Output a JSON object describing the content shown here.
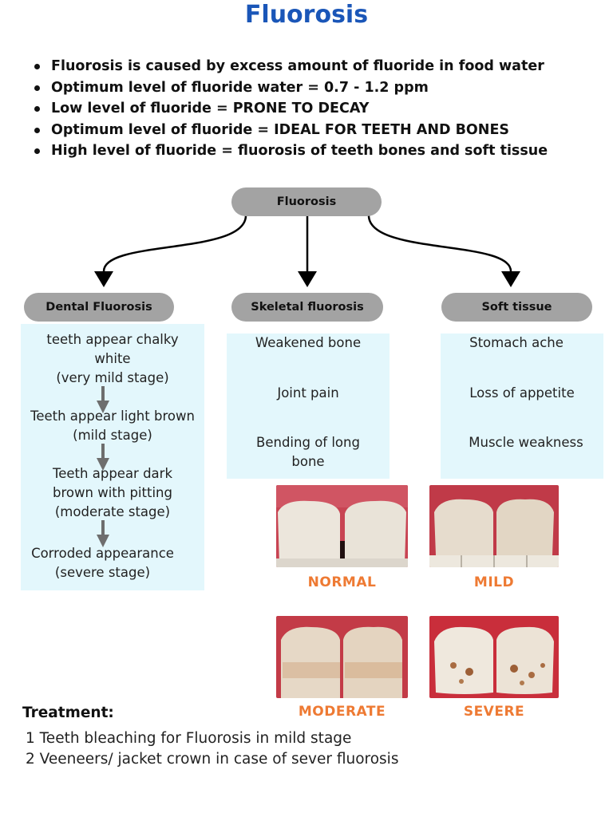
{
  "title": "Fluorosis",
  "bullets": [
    "Fluorosis is caused by excess amount of fluoride  in food water",
    "Optimum level of fluoride water = 0.7 - 1.2 ppm",
    "Low level of fluoride = PRONE TO DECAY",
    "Optimum level of fluoride = IDEAL FOR TEETH AND BONES",
    "High level of fluoride = fluorosis of teeth bones and soft tissue"
  ],
  "diagram": {
    "root": "Fluorosis",
    "branches": [
      {
        "label": "Dental Fluorosis",
        "items": [
          "teeth appear chalky white",
          "(very mild stage)",
          "Teeth appear light brown",
          "(mild stage)",
          "Teeth appear dark brown with pitting",
          "(moderate stage)",
          "Corroded appearance",
          "(severe stage)"
        ]
      },
      {
        "label": "Skeletal fluorosis",
        "items": [
          "Weakened bone",
          "Joint pain",
          "Bending of long bone"
        ]
      },
      {
        "label": "Soft tissue",
        "items": [
          "Stomach ache",
          "Loss of appetite",
          "Muscle weakness"
        ]
      }
    ]
  },
  "photos": [
    {
      "caption": "NORMAL"
    },
    {
      "caption": "MILD"
    },
    {
      "caption": "MODERATE"
    },
    {
      "caption": "SEVERE"
    }
  ],
  "treatment": {
    "heading": "Treatment:",
    "items": [
      "1 Teeth bleaching for Fluorosis in mild stage",
      "2 Veeneers/ jacket crown in case of sever fluorosis"
    ]
  },
  "colors": {
    "title": "#1a56b8",
    "pill": "#a3a3a3",
    "panel": "#e3f7fc",
    "caption": "#ee7a33"
  }
}
